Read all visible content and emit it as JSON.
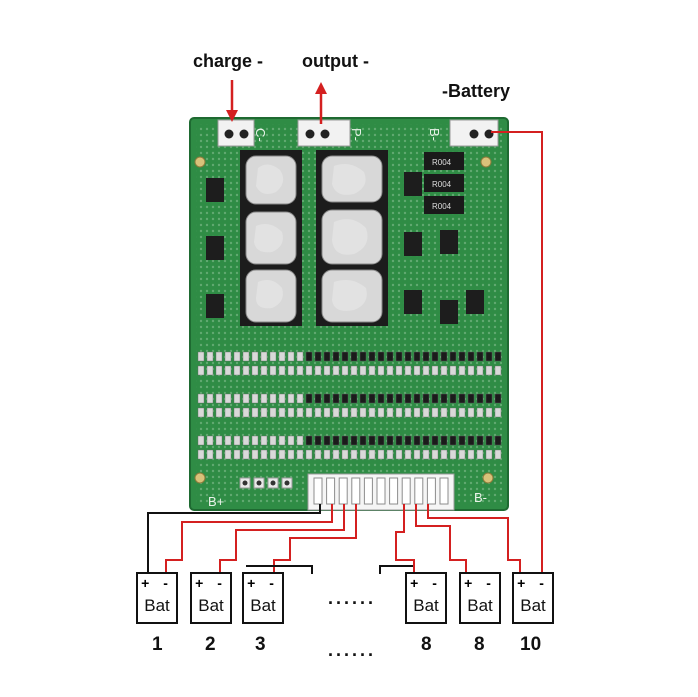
{
  "labels": {
    "charge": "charge -",
    "output": "output -",
    "battery": "-Battery",
    "dots_top": "......",
    "dots_bottom": "......"
  },
  "board": {
    "pad_c": "C-",
    "pad_p": "P-",
    "pad_b": "B-",
    "pad_bplus": "B+",
    "pad_bminus": "B-",
    "resistor_code": "R004"
  },
  "battery_cell": {
    "polarity": "+ -",
    "label": "Bat"
  },
  "cell_numbers": [
    "1",
    "2",
    "3",
    "8",
    "8",
    "10"
  ],
  "colors": {
    "pcb": "#2f8c45",
    "wire_red": "#d42020",
    "wire_black": "#111111"
  }
}
